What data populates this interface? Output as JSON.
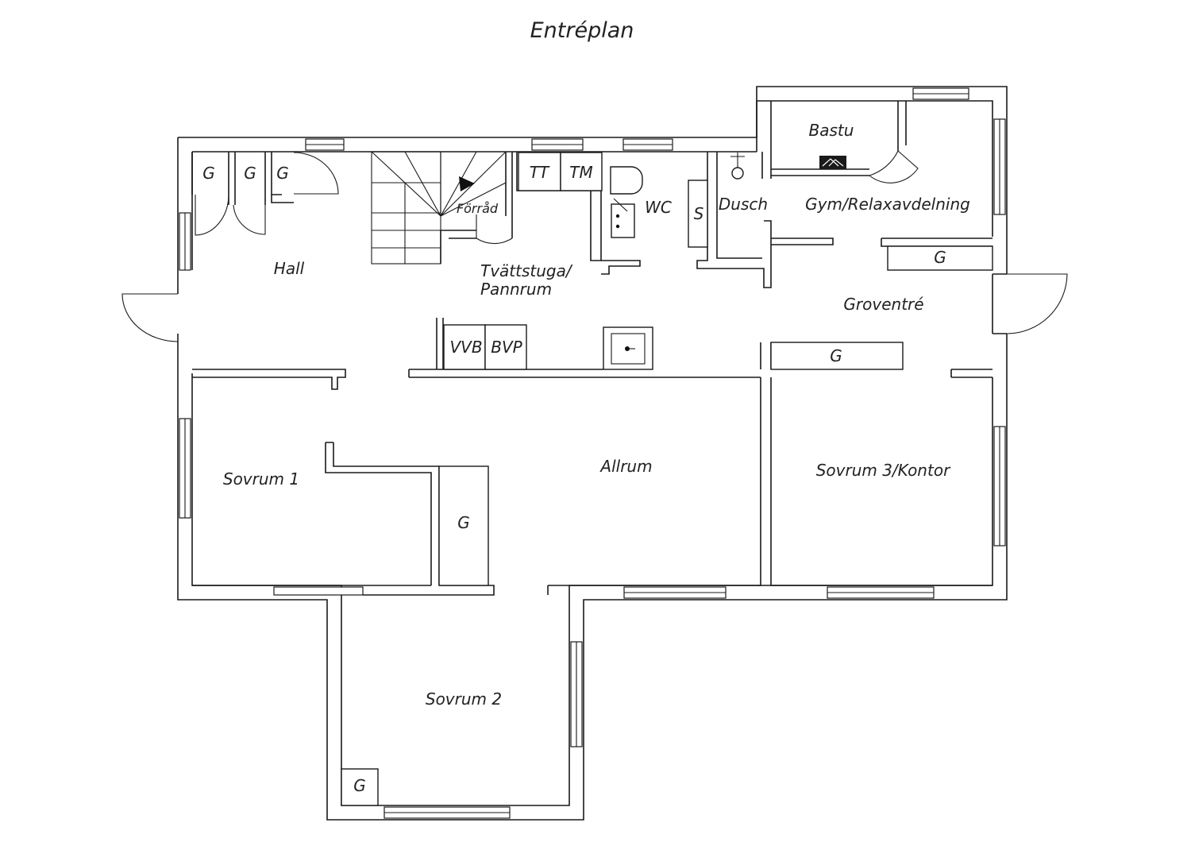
{
  "title": "Entréplan",
  "rooms": {
    "hall": "Hall",
    "forrad": "Förråd",
    "tvattstuga_line1": "Tvättstuga/",
    "tvattstuga_line2": "Pannrum",
    "wc": "WC",
    "dusch": "Dusch",
    "bastu": "Bastu",
    "gym": "Gym/Relaxavdelning",
    "groventre": "Groventré",
    "allrum": "Allrum",
    "sovrum1": "Sovrum 1",
    "sovrum2": "Sovrum 2",
    "sovrum3": "Sovrum 3/Kontor"
  },
  "fixtures": {
    "tt": "TT",
    "tm": "TM",
    "s": "S",
    "vvb": "VVB",
    "bvp": "BVP",
    "g": "G"
  }
}
